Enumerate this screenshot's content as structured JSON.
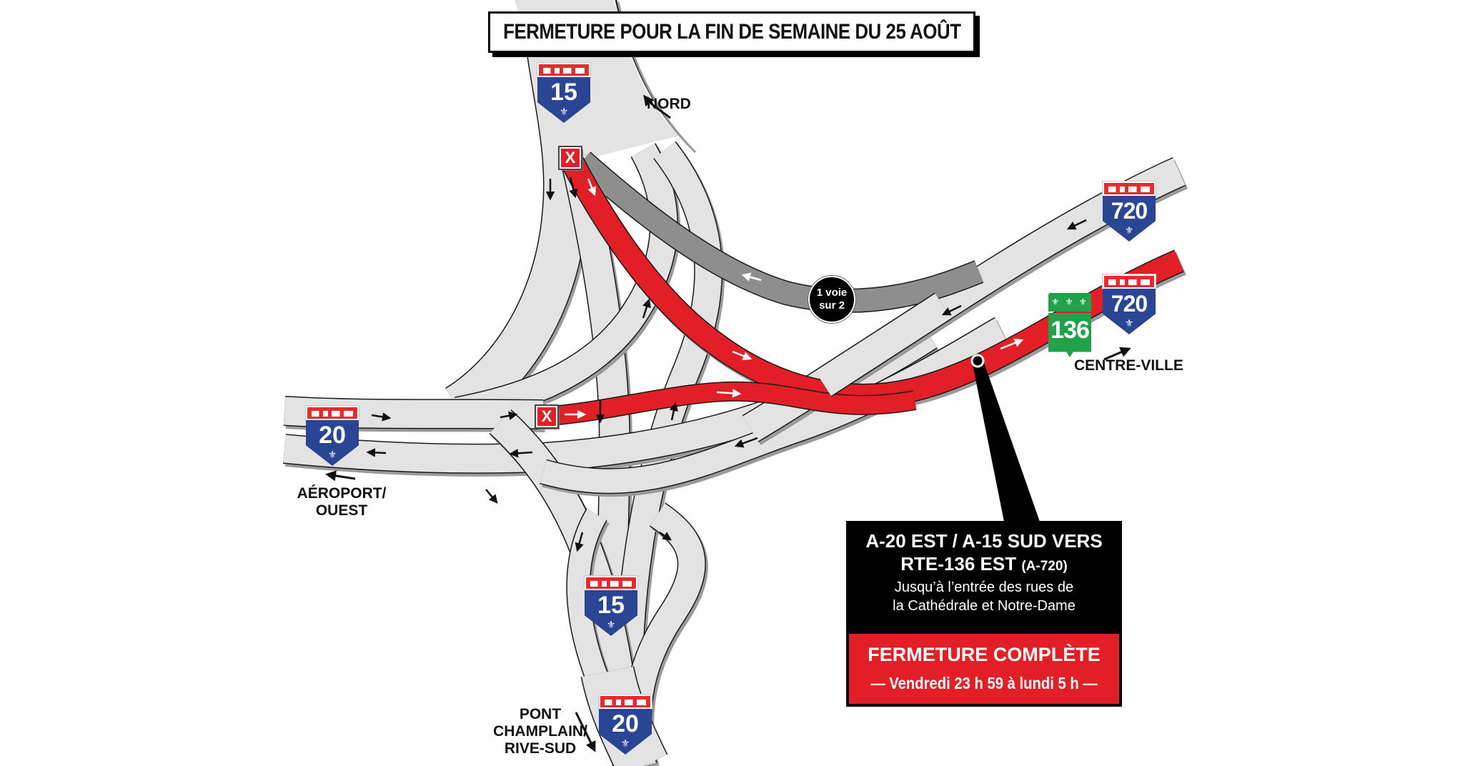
{
  "header": {
    "title": "FERMETURE POUR LA FIN DE SEMAINE DU 25 AOÛT"
  },
  "colors": {
    "road": "#e3e3e3",
    "road_outline": "#1a1a1a",
    "road_shadow": "#9a9a9a",
    "closed_road": "#e21f26",
    "partial_road": "#8e8e8e",
    "autoroute_shield_blue": "#2a4593",
    "autoroute_shield_red": "#e52b2f",
    "route_shield_green": "#1fa24a",
    "callout_black": "#000000"
  },
  "shields": {
    "a15_north": {
      "type": "autoroute",
      "number": "15",
      "icon": "fleur-de-lis-icon"
    },
    "a15_south": {
      "type": "autoroute",
      "number": "15",
      "icon": "fleur-de-lis-icon"
    },
    "a20_west": {
      "type": "autoroute",
      "number": "20",
      "icon": "fleur-de-lis-icon"
    },
    "a20_south": {
      "type": "autoroute",
      "number": "20",
      "icon": "fleur-de-lis-icon"
    },
    "a720_upper": {
      "type": "autoroute",
      "number": "720",
      "icon": "fleur-de-lis-icon"
    },
    "a720_lower": {
      "type": "autoroute",
      "number": "720",
      "icon": "fleur-de-lis-icon"
    },
    "r136": {
      "type": "route",
      "number": "136",
      "top": "⚜ ⚜ ⚜"
    }
  },
  "directions": {
    "nord": "NORD",
    "centre_ville": "CENTRE-VILLE",
    "aeroport_line1": "AÉROPORT/",
    "aeroport_line2": "OUEST",
    "pont_line1": "PONT",
    "pont_line2": "CHAMPLAIN/",
    "pont_line3": "RIVE-SUD"
  },
  "markers": {
    "closure_icon": "X",
    "lane_badge_line1": "1 voie",
    "lane_badge_line2": "sur 2"
  },
  "callout": {
    "line1": "A-20 EST / A-15 SUD VERS",
    "line2_main": "RTE-136 EST",
    "line2_paren": "(A-720)",
    "line3": "Jusqu’à l’entrée des rues de",
    "line4": "la Cathédrale et Notre-Dame",
    "status": "FERMETURE COMPLÈTE",
    "schedule": "— Vendredi 23 h 59 à lundi 5 h —"
  }
}
